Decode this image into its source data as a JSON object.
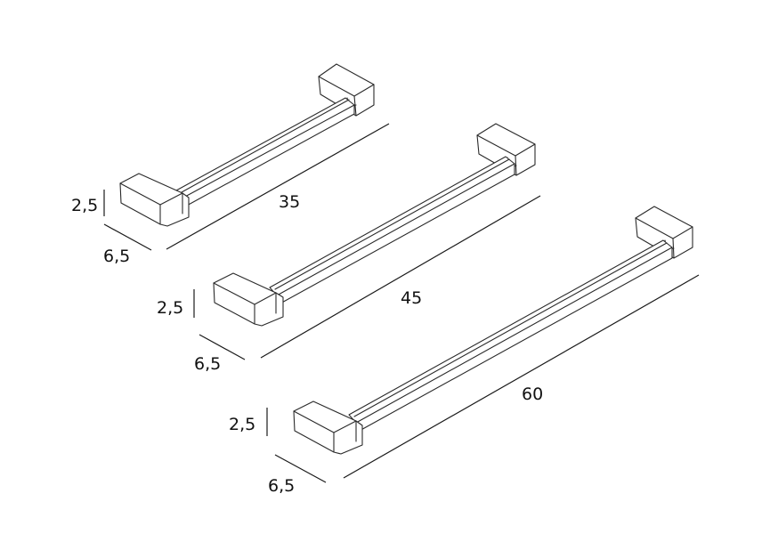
{
  "rails": [
    {
      "length": "35",
      "height": "2,5",
      "depth": "6,5"
    },
    {
      "length": "45",
      "height": "2,5",
      "depth": "6,5"
    },
    {
      "length": "60",
      "height": "2,5",
      "depth": "6,5"
    }
  ],
  "colors": {
    "line": "#2a2a2a",
    "background": "#ffffff"
  }
}
